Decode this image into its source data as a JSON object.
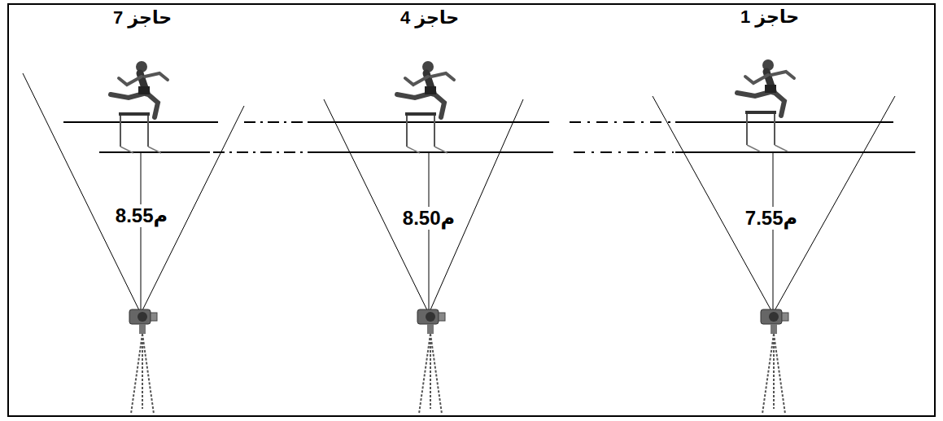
{
  "diagram": {
    "labels": [
      "حاجز 7",
      "حاجز 4",
      "حاجز 1",
      "8.55م",
      "8.50م",
      "7.55م"
    ]
  }
}
